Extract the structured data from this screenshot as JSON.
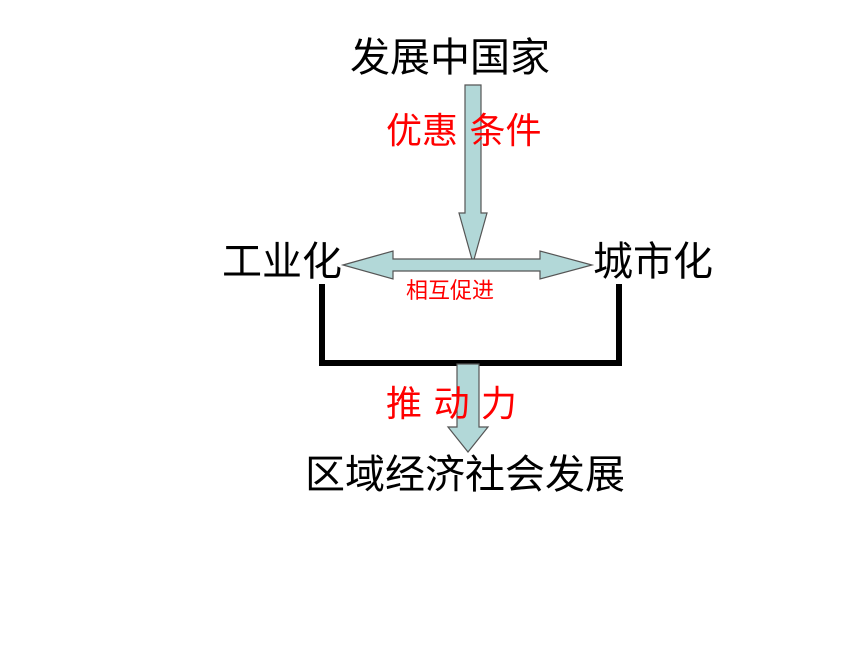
{
  "nodes": {
    "top": "发展中国家",
    "left": "工业化",
    "right": "城市化",
    "bottom": "区域经济社会发展"
  },
  "labels": {
    "condition": "优惠 条件",
    "mutual": "相互促进",
    "driving_force": "推  动  力"
  },
  "colors": {
    "label": "#ff0000",
    "arrow_fill": "#b2d8d8",
    "arrow_stroke": "#555555",
    "bracket": "#000000"
  }
}
